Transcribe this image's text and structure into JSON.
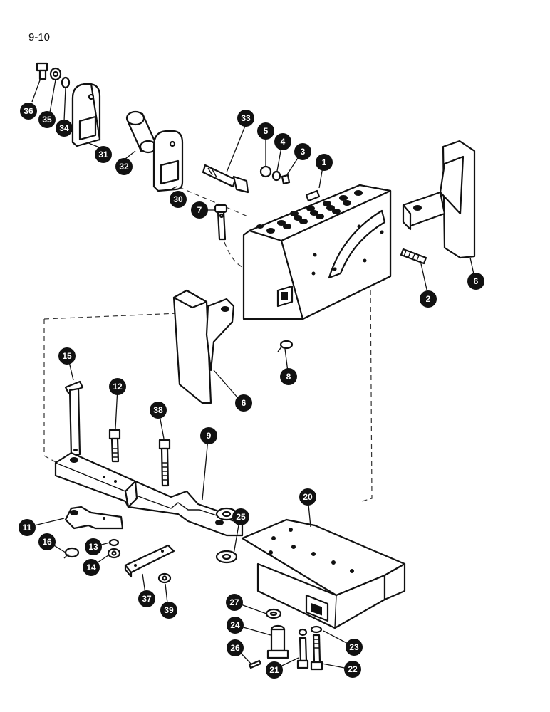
{
  "page_label": "9-10",
  "callouts": [
    "1",
    "2",
    "3",
    "4",
    "5",
    "6",
    "6",
    "7",
    "8",
    "9",
    "11",
    "12",
    "13",
    "14",
    "15",
    "16",
    "20",
    "21",
    "22",
    "23",
    "24",
    "25",
    "26",
    "27",
    "30",
    "31",
    "32",
    "33",
    "34",
    "35",
    "36",
    "37",
    "38",
    "39"
  ]
}
